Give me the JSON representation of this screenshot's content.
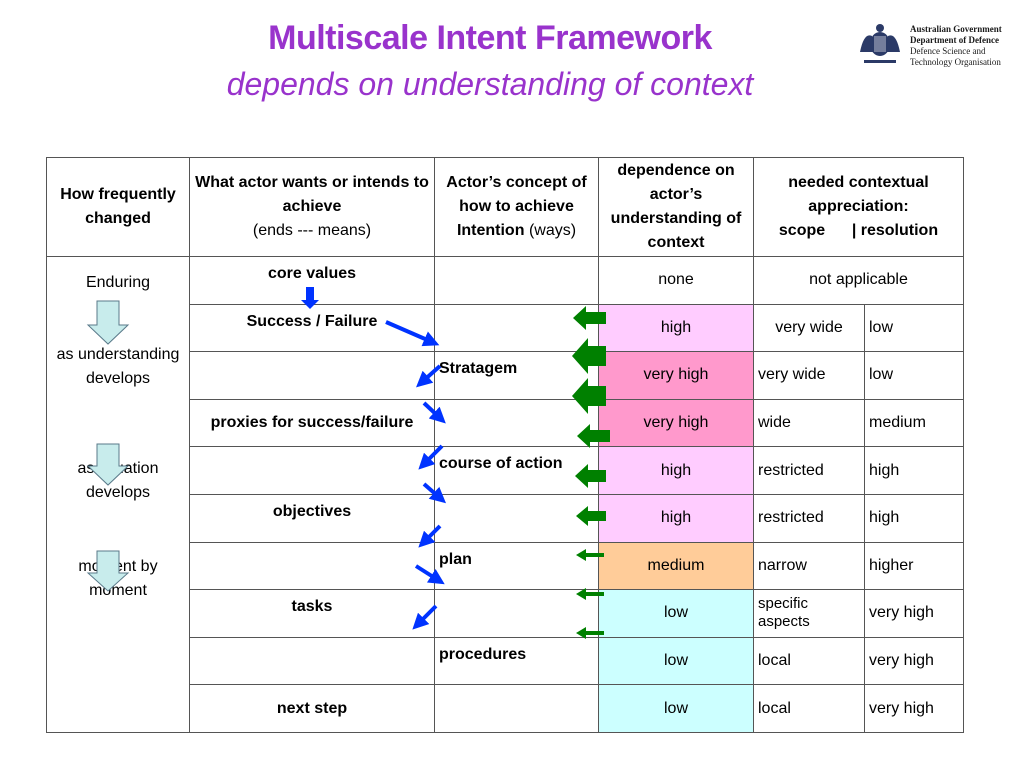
{
  "title": "Multiscale Intent Framework",
  "subtitle": "depends on understanding of context",
  "logo": {
    "line1": "Australian Government",
    "line2": "Department of Defence",
    "line3": "Defence Science and",
    "line4": "Technology Organisation"
  },
  "header": {
    "col1": "How frequently changed",
    "col2_main": "What actor wants or intends to achieve",
    "col2_sub": "(ends --- means)",
    "col3_main": "Actor’s concept of how to achieve Intention",
    "col3_sub": "(ways)",
    "col4": "dependence on actor’s understanding of context",
    "col5_main": "needed contextual appreciation:",
    "col5_scope": "scope",
    "col5_sep": "|",
    "col5_res": "resolution"
  },
  "left_column": {
    "enduring": "Enduring",
    "as_understanding": "as understanding develops",
    "as_situation": "as situation develops",
    "moment": "moment by moment"
  },
  "rows": [
    {
      "intent": "core values",
      "concept": "",
      "dependence": "none",
      "scope": "not applicable",
      "resolution": ""
    },
    {
      "intent": "Success / Failure",
      "concept": "",
      "dependence": "high",
      "scope": "very wide",
      "resolution": "low"
    },
    {
      "intent": "",
      "concept": "Stratagem",
      "dependence": "very high",
      "scope": "very wide",
      "resolution": "low"
    },
    {
      "intent": "proxies for success/failure",
      "concept": "",
      "dependence": "very high",
      "scope": "wide",
      "resolution": "medium"
    },
    {
      "intent": "",
      "concept": "course of action",
      "dependence": "high",
      "scope": "restricted",
      "resolution": "high"
    },
    {
      "intent": "objectives",
      "concept": "",
      "dependence": "high",
      "scope": "restricted",
      "resolution": "high"
    },
    {
      "intent": "",
      "concept": "plan",
      "dependence": "medium",
      "scope": "narrow",
      "resolution": "higher"
    },
    {
      "intent": "tasks",
      "concept": "",
      "dependence": "low",
      "scope": "specific aspects",
      "resolution": "very high"
    },
    {
      "intent": "",
      "concept": "procedures",
      "dependence": "low",
      "scope": "local",
      "resolution": "very high"
    },
    {
      "intent": "next step",
      "concept": "",
      "dependence": "low",
      "scope": "local",
      "resolution": "very high"
    }
  ],
  "colors": {
    "title": "#9933cc",
    "high_fill": "#ffccff",
    "very_high_fill": "#ff99cc",
    "medium_fill": "#ffcc99",
    "low_fill": "#ccffff",
    "flow_arrow": "#0033ff",
    "dependence_arrow": "#008000",
    "down_arrow_fill": "#c8ecec"
  }
}
